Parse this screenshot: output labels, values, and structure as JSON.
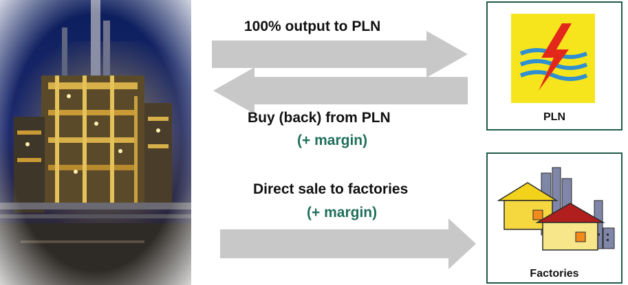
{
  "flows": {
    "output_to_pln": "100% output to PLN",
    "buy_back_from_pln": "Buy (back) from PLN",
    "buy_back_margin": "(+ margin)",
    "direct_sale": "Direct sale to factories",
    "direct_sale_margin": "(+ margin)"
  },
  "pln_box": {
    "label": "PLN",
    "icon": "pln-logo-icon"
  },
  "factories_box": {
    "label": "Factories",
    "icon": "factory-buildings-icon"
  },
  "photo": {
    "subject": "power-plant-photo"
  },
  "colors": {
    "arrow": "#c8c8c8",
    "box_border": "#1f5a44",
    "margin_text": "#1f6f5a",
    "pln_logo_bg": "#f6e51c",
    "pln_bolt": "#e3281b",
    "pln_waves": "#2f8fd0"
  }
}
